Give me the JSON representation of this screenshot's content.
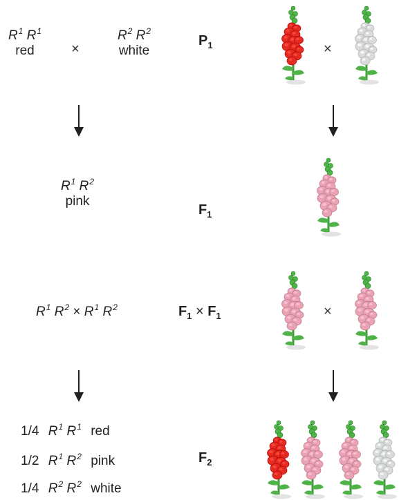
{
  "parents": {
    "left": {
      "allele1": "R",
      "sup1": "1",
      "allele2": "R",
      "sup2": "1",
      "phenotype": "red"
    },
    "cross_symbol": "×",
    "right": {
      "allele1": "R",
      "sup1": "2",
      "allele2": "R",
      "sup2": "2",
      "phenotype": "white"
    },
    "generation": {
      "letter": "P",
      "sub": "1"
    }
  },
  "f1": {
    "allele1": "R",
    "sup1": "1",
    "allele2": "R",
    "sup2": "2",
    "phenotype": "pink",
    "generation": {
      "letter": "F",
      "sub": "1"
    }
  },
  "f1_cross": {
    "g1a": "R",
    "s1a": "1",
    "g1b": "R",
    "s1b": "2",
    "cross_symbol": "×",
    "g2a": "R",
    "s2a": "1",
    "g2b": "R",
    "s2b": "2",
    "generation": {
      "a": "F",
      "a_sub": "1",
      "x": "×",
      "b": "F",
      "b_sub": "1"
    }
  },
  "f2": {
    "rows": [
      {
        "fraction": "1/4",
        "allele1": "R",
        "sup1": "1",
        "allele2": "R",
        "sup2": "1",
        "phenotype": "red"
      },
      {
        "fraction": "1/2",
        "allele1": "R",
        "sup1": "1",
        "allele2": "R",
        "sup2": "2",
        "phenotype": "pink"
      },
      {
        "fraction": "1/4",
        "allele1": "R",
        "sup1": "2",
        "allele2": "R",
        "sup2": "2",
        "phenotype": "white"
      }
    ],
    "generation": {
      "letter": "F",
      "sub": "2"
    }
  },
  "flower_colors": {
    "red": "#e32b22",
    "pink": "#e9a3b5",
    "white": "#d9dbdc",
    "stem": "#3c9a3a",
    "leaf": "#4fb347"
  },
  "picture_cross_symbol": "×"
}
